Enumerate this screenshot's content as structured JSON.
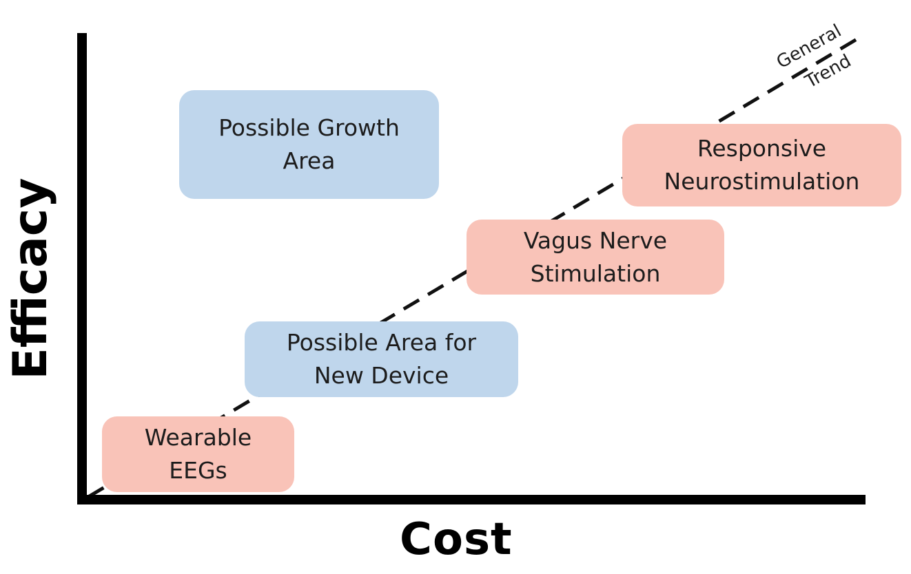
{
  "diagram": {
    "x_axis_label": "Cost",
    "y_axis_label": "Efficacy",
    "trend_label": [
      "General",
      "Trend"
    ],
    "boxes": {
      "growth": {
        "lines": [
          "Possible Growth",
          "Area"
        ],
        "color": "#bfd6ec"
      },
      "new_device": {
        "lines": [
          "Possible Area for",
          "New Device"
        ],
        "color": "#bfd6ec"
      },
      "wearable": {
        "lines": [
          "Wearable",
          "EEGs"
        ],
        "color": "#f9c3b8"
      },
      "vagus": {
        "lines": [
          "Vagus Nerve",
          "Stimulation"
        ],
        "color": "#f9c3b8"
      },
      "responsive": {
        "lines": [
          "Responsive",
          "Neurostimulation"
        ],
        "color": "#f9c3b8"
      }
    },
    "colors": {
      "axis": "#000000",
      "trend_line": "#111111",
      "text": "#1c1c1c"
    }
  }
}
